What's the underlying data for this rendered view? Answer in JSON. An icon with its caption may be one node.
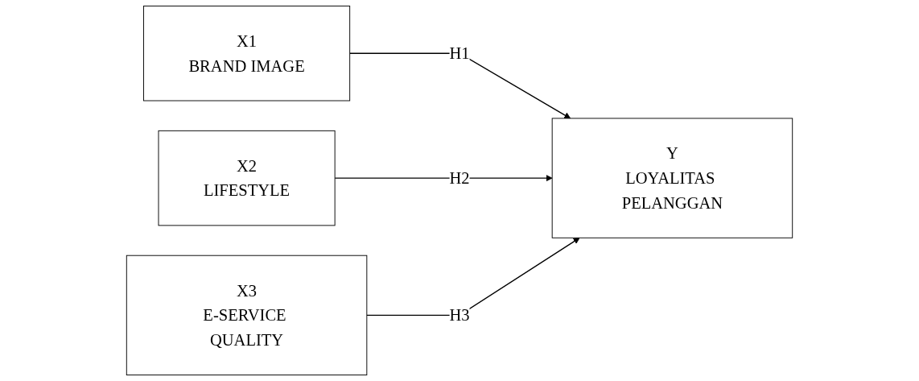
{
  "diagram": {
    "nodes": [
      {
        "text": [
          "X1",
          "BRAND IMAGE"
        ]
      },
      {
        "text": [
          "X2",
          "LIFESTYLE"
        ]
      },
      {
        "text": [
          "X3",
          "E-SERVICE QUALITY"
        ]
      },
      {
        "text": [
          "Y",
          "LOYALITAS PELANGGAN"
        ]
      }
    ],
    "edges": [
      {
        "from": 0,
        "to": 3,
        "arrow": "to",
        "label": "H1"
      },
      {
        "from": 1,
        "to": 3,
        "arrow": "to",
        "label": "H2"
      },
      {
        "from": 2,
        "to": 3,
        "arrow": "to",
        "label": "H3"
      }
    ]
  }
}
